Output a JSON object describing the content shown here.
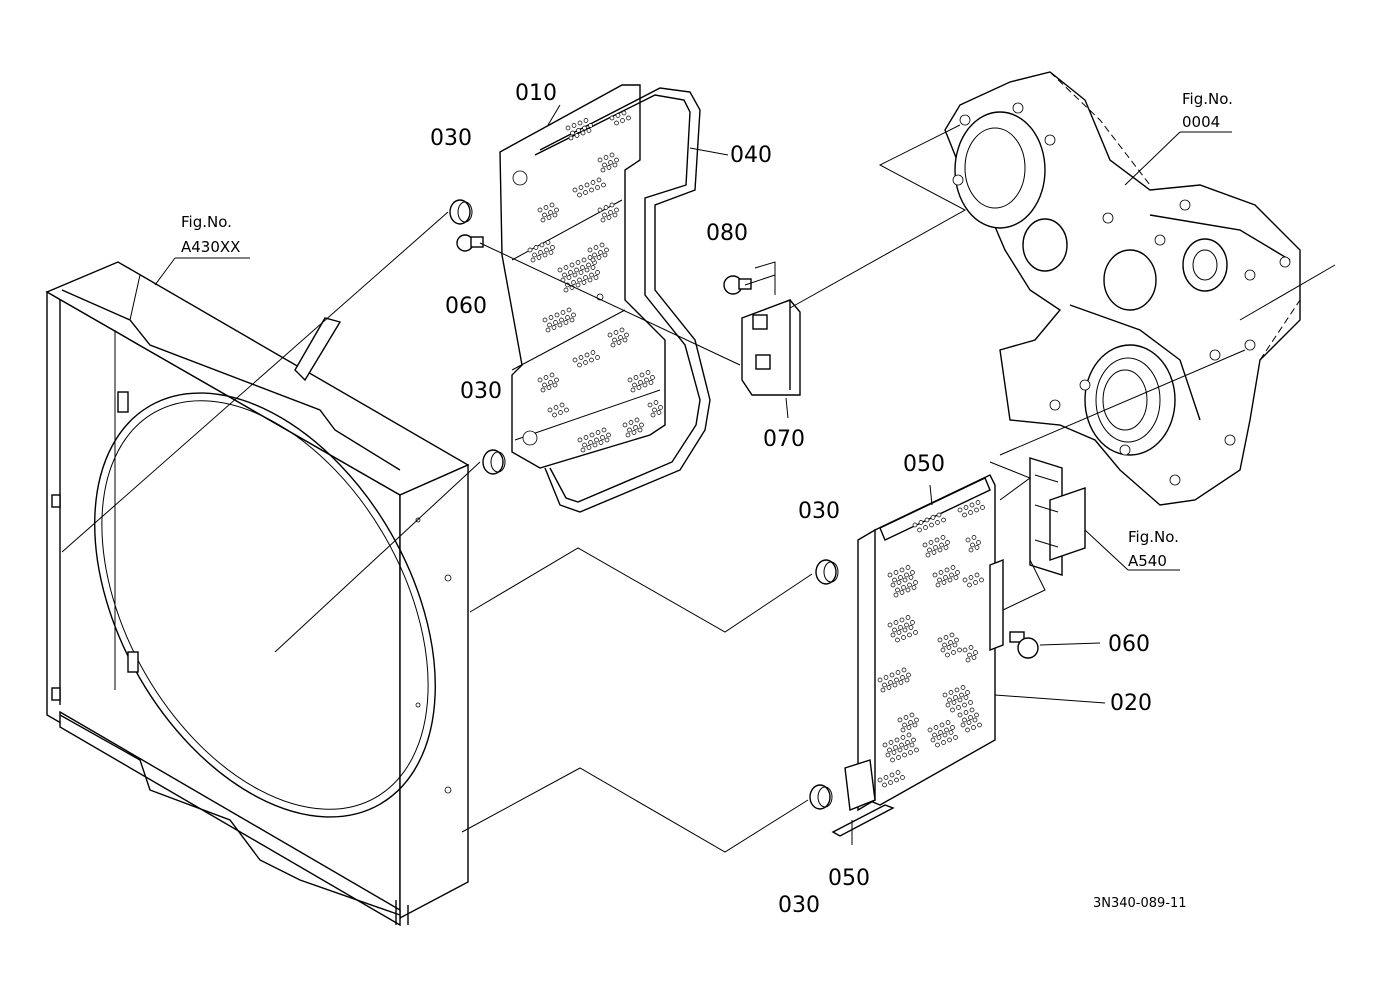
{
  "callouts": {
    "c010": "010",
    "c040": "040",
    "c030_top": "030",
    "c060_top": "060",
    "c030_mid": "030",
    "c080": "080",
    "c070": "070",
    "c050_top": "050",
    "c030_right": "030",
    "c060_right": "060",
    "c020": "020",
    "c030_bottom": "030",
    "c050_bottom": "050"
  },
  "figure_refs": {
    "a430": {
      "title": "Fig.No.",
      "number": "A430XX"
    },
    "f0004": {
      "title": "Fig.No.",
      "number": "0004"
    },
    "a540": {
      "title": "Fig.No.",
      "number": "A540"
    }
  },
  "drawing_code": "3N340-089-11"
}
